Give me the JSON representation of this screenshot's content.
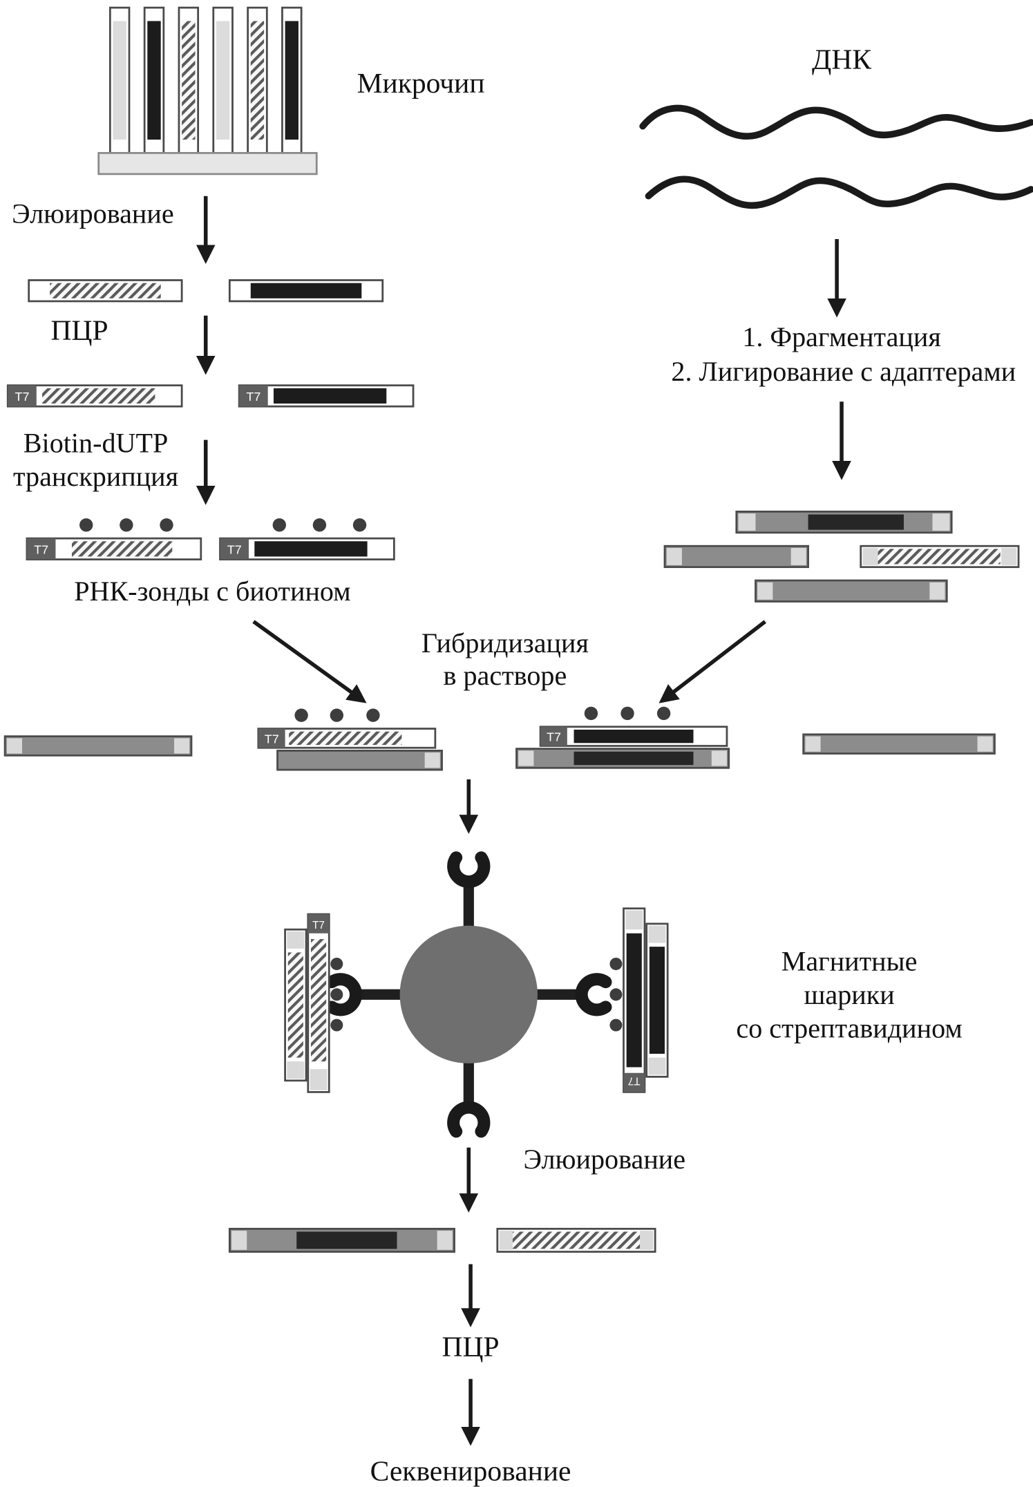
{
  "labels": {
    "microchip": "Микрочип",
    "dna": "ДНК",
    "elution_left": "Элюирование",
    "pcr_left": "ПЦР",
    "biotin_line1": "Biotin-dUTP",
    "biotin_line2": "транскрипция",
    "rna_probes": "РНК-зонды с биотином",
    "step1": "1. Фрагментация",
    "step2": "2. Лигирование с адаптерами",
    "hyb_line1": "Гибридизация",
    "hyb_line2": "в растворе",
    "beads_line1": "Магнитные",
    "beads_line2": "шарики",
    "beads_line3": "со стрептавидином",
    "elution_bottom": "Элюирование",
    "pcr_bottom": "ПЦР",
    "sequencing": "Секвенирование",
    "t7": "T7"
  },
  "colors": {
    "bar_dark": "#1c1c1c",
    "bar_gray": "#8c8c8c",
    "bar_light": "#d9d9d9",
    "bead": "#6f6f6f",
    "ink": "#1a1a1a"
  }
}
